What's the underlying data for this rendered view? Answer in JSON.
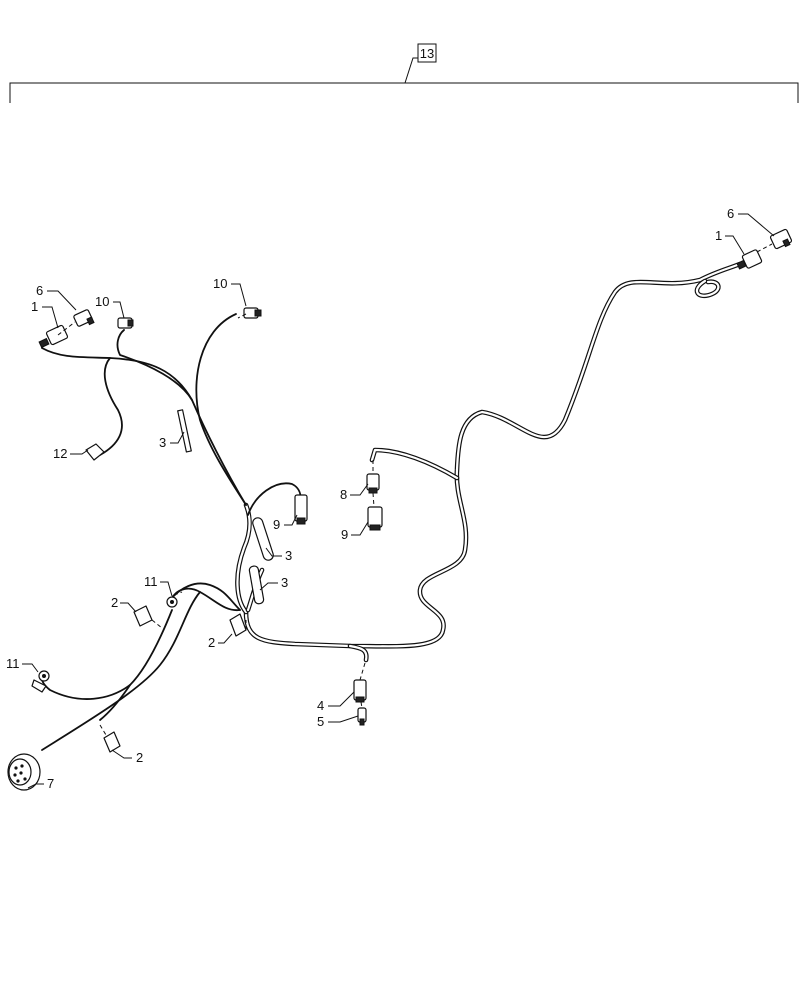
{
  "diagram": {
    "assembly_callout": "13",
    "callouts": [
      {
        "id": "c6a",
        "text": "6"
      },
      {
        "id": "c1a",
        "text": "1"
      },
      {
        "id": "c10a",
        "text": "10"
      },
      {
        "id": "c10b",
        "text": "10"
      },
      {
        "id": "c12",
        "text": "12"
      },
      {
        "id": "c3a",
        "text": "3"
      },
      {
        "id": "c9a",
        "text": "9"
      },
      {
        "id": "c3b",
        "text": "3"
      },
      {
        "id": "c3c",
        "text": "3"
      },
      {
        "id": "c11a",
        "text": "11"
      },
      {
        "id": "c2a",
        "text": "2"
      },
      {
        "id": "c2b",
        "text": "2"
      },
      {
        "id": "c11b",
        "text": "11"
      },
      {
        "id": "c2c",
        "text": "2"
      },
      {
        "id": "c7",
        "text": "7"
      },
      {
        "id": "c8",
        "text": "8"
      },
      {
        "id": "c9b",
        "text": "9"
      },
      {
        "id": "c4",
        "text": "4"
      },
      {
        "id": "c5",
        "text": "5"
      },
      {
        "id": "c6b",
        "text": "6"
      },
      {
        "id": "c1b",
        "text": "1"
      }
    ]
  }
}
